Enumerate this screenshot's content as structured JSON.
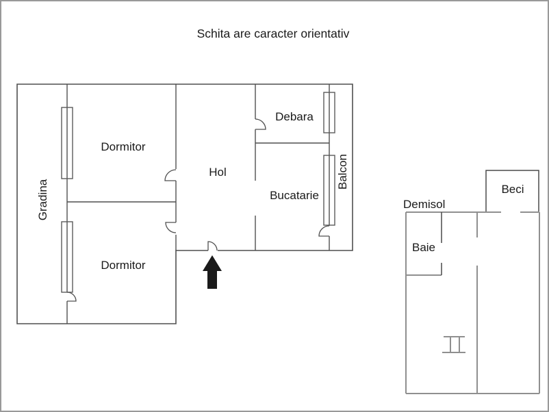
{
  "title": "Schita are caracter orientativ",
  "colors": {
    "background": "#ffffff",
    "page_border": "#999999",
    "wall_dark": "#4f4f4f",
    "wall_gray": "#8f8f8f",
    "text": "#1a1a1a",
    "arrow": "#1a1a1a"
  },
  "apartment": {
    "gradina_label": "Gradina",
    "dormitor_top_label": "Dormitor",
    "dormitor_bottom_label": "Dormitor",
    "hol_label": "Hol",
    "debara_label": "Debara",
    "bucatarie_label": "Bucatarie",
    "balcon_label": "Balcon"
  },
  "basement": {
    "demisol_label": "Demisol",
    "beci_label": "Beci",
    "baie_label": "Baie"
  },
  "icons": {
    "entrance_arrow": "up-arrow marking apartment entrance"
  }
}
